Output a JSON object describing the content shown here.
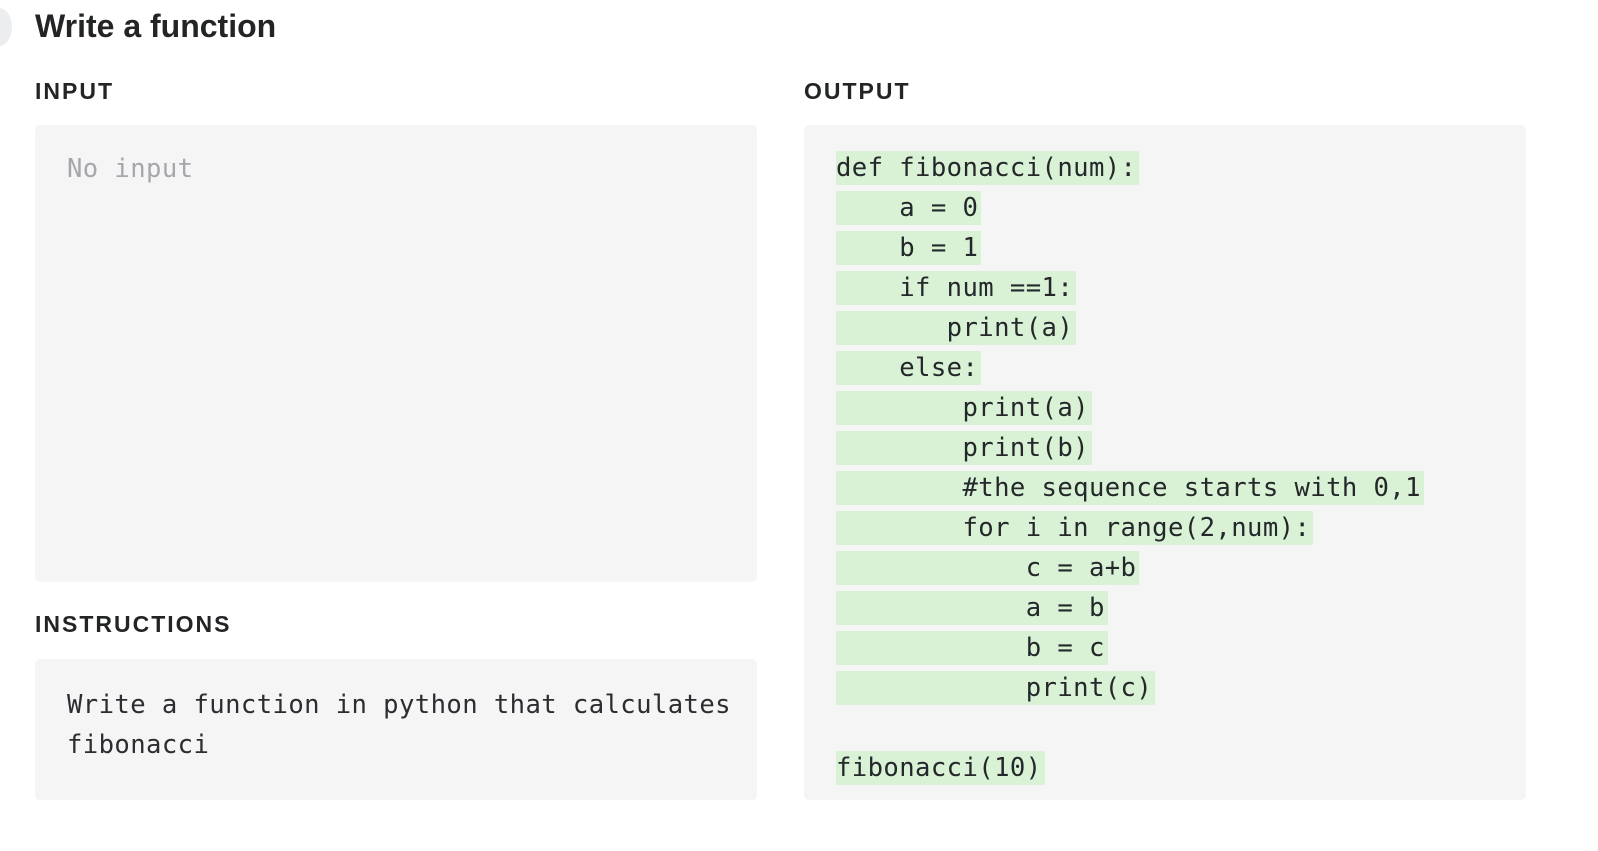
{
  "title": "Write a function",
  "input": {
    "label": "INPUT",
    "placeholder": "No input"
  },
  "instructions": {
    "label": "INSTRUCTIONS",
    "text": "Write a function in python that calculates fibonacci"
  },
  "output": {
    "label": "OUTPUT",
    "highlight_color": "#d9f2d5",
    "lines": [
      "def fibonacci(num):",
      "    a = 0",
      "    b = 1",
      "    if num ==1:",
      "       print(a)",
      "    else:",
      "        print(a)",
      "        print(b)",
      "        #the sequence starts with 0,1",
      "        for i in range(2,num):",
      "            c = a+b",
      "            a = b",
      "            b = c",
      "            print(c)",
      "",
      "fibonacci(10)"
    ]
  }
}
